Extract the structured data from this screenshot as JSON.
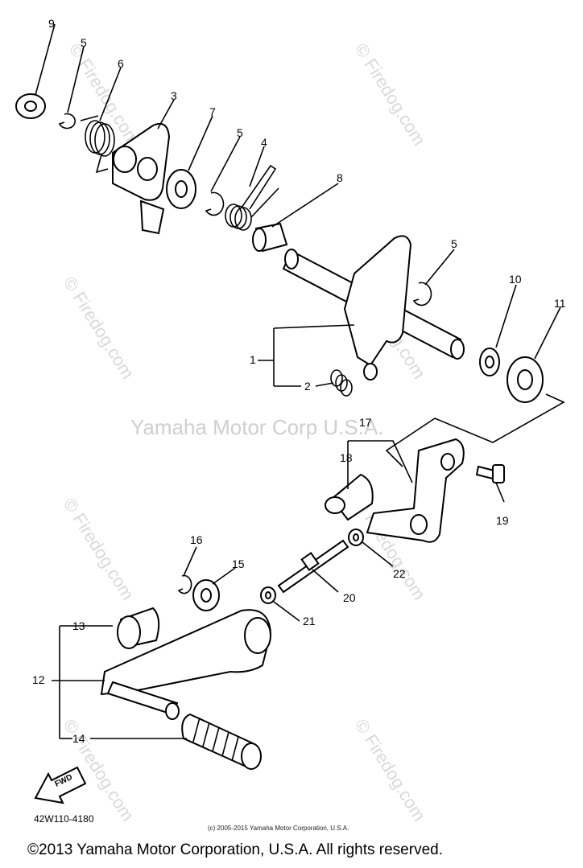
{
  "watermark": {
    "small": "© Firedog.com",
    "center": "Yamaha Motor Corp U.S.A."
  },
  "labels": {
    "p1": "1",
    "p2": "2",
    "p3": "3",
    "p4": "4",
    "p5a": "5",
    "p5b": "5",
    "p5c": "5",
    "p6": "6",
    "p7": "7",
    "p8": "8",
    "p9": "9",
    "p10": "10",
    "p11": "11",
    "p12": "12",
    "p13": "13",
    "p14": "14",
    "p15": "15",
    "p16": "16",
    "p17": "17",
    "p18": "18",
    "p19": "19",
    "p20": "20",
    "p21": "21",
    "p22": "22"
  },
  "fwd_label": "FWD",
  "part_code": "42W110-4180",
  "small_copyright": "(c) 2005-2015 Yamaha Motor Corporation, U.S.A.",
  "footer": "©2013 Yamaha Motor Corporation, U.S.A. All rights reserved."
}
